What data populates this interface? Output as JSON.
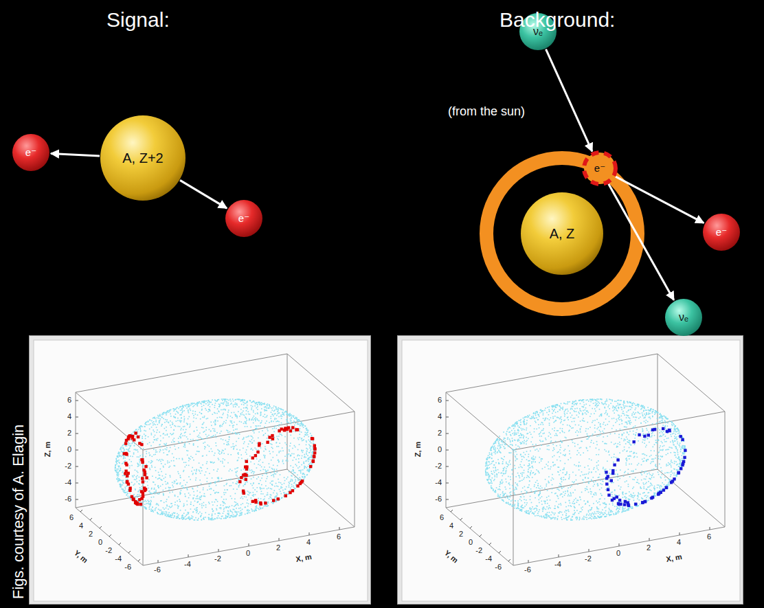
{
  "diagram": {
    "nodes": [
      {
        "text": [
          "A, Z+2"
        ]
      },
      {
        "text": [
          "e⁻"
        ]
      },
      {
        "text": [
          "e⁻"
        ]
      },
      {
        "text": [
          "νₑ"
        ]
      },
      {
        "text": [
          "e⁻"
        ]
      },
      {
        "text": [
          "A, Z"
        ]
      },
      {
        "text": [
          "e⁻"
        ]
      },
      {
        "text": [
          "νₑ"
        ]
      }
    ],
    "edges": [
      {
        "from": 0,
        "to": 1,
        "arrow": "to"
      },
      {
        "from": 0,
        "to": 2,
        "arrow": "to"
      },
      {
        "from": 3,
        "to": 4,
        "arrow": "to"
      },
      {
        "from": 4,
        "to": 6,
        "arrow": "to"
      },
      {
        "from": 4,
        "to": 7,
        "arrow": "to"
      }
    ],
    "labels": [
      "Signal:",
      "Background:",
      "(from the sun)",
      "Figs. courtesy of A. Elagin",
      "Z, m",
      "6",
      "4",
      "2",
      "0",
      "-2",
      "-4",
      "-6",
      "Y, m",
      "6",
      "4",
      "2",
      "0",
      "-2",
      "-4",
      "-6",
      "X, m",
      "-6",
      "-4",
      "-2",
      "0",
      "2",
      "4",
      "6",
      "Z, m",
      "6",
      "4",
      "2",
      "0",
      "-2",
      "-4",
      "-6",
      "Y, m",
      "6",
      "4",
      "2",
      "0",
      "-2",
      "-4",
      "-6",
      "X, m",
      "-6",
      "-4",
      "-2",
      "0",
      "2",
      "4",
      "6"
    ]
  }
}
